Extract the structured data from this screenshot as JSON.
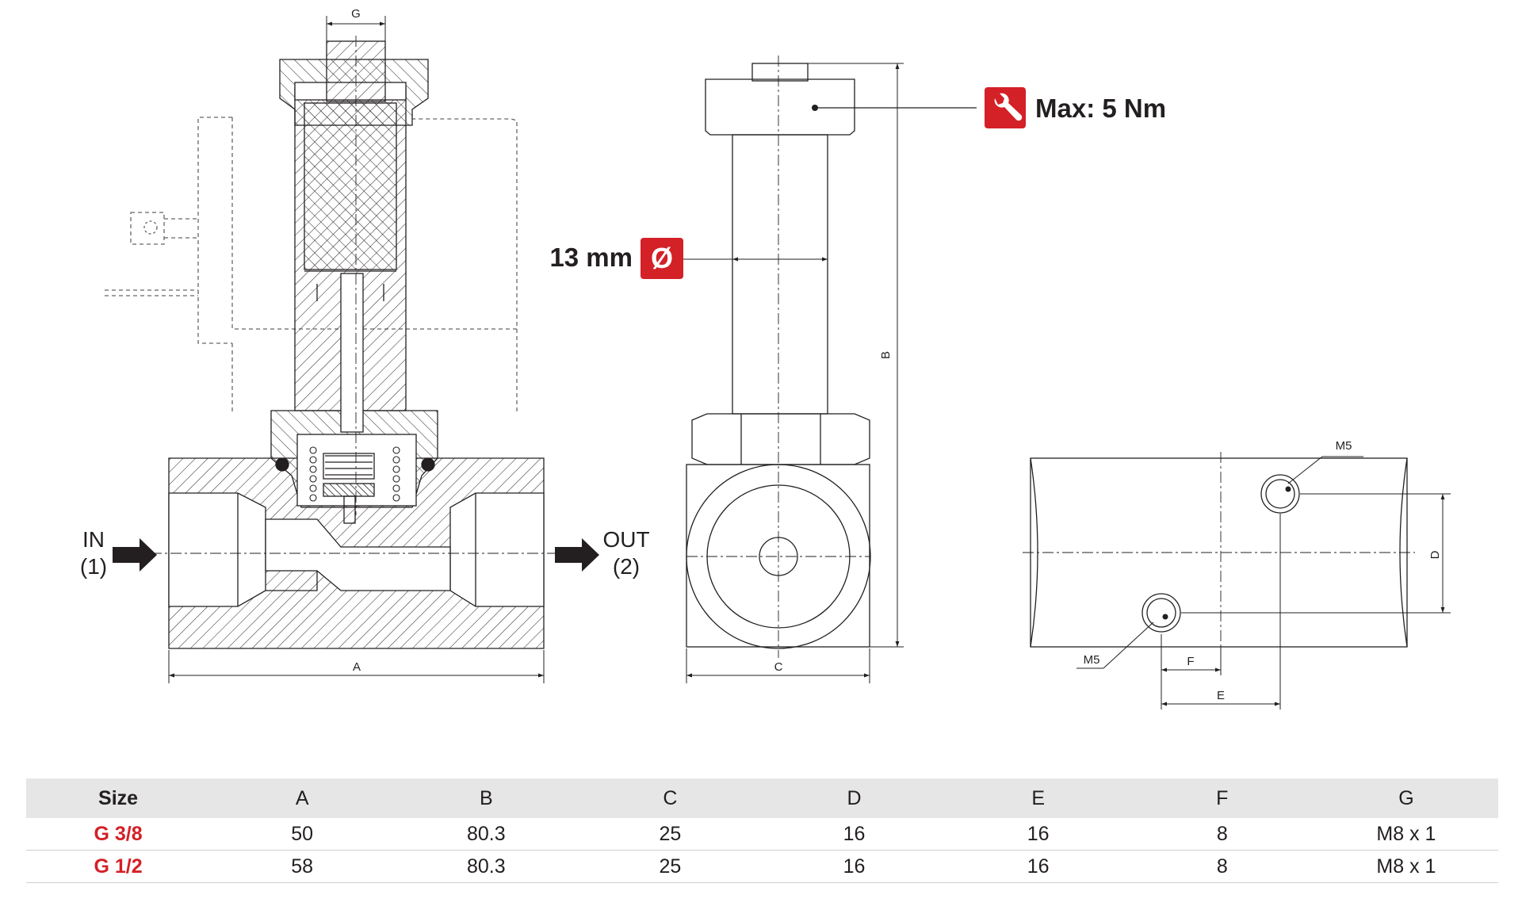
{
  "labels": {
    "g_top": "G",
    "a": "A",
    "b": "B",
    "c": "C",
    "d": "D",
    "e": "E",
    "f": "F",
    "m5_top": "M5",
    "m5_bottom": "M5",
    "in": "IN",
    "in_port": "(1)",
    "out": "OUT",
    "out_port": "(2)"
  },
  "callouts": {
    "torque": "Max: 5 Nm",
    "diameter": "13 mm",
    "diameter_symbol": "Ø"
  },
  "table": {
    "headers": [
      "Size",
      "A",
      "B",
      "C",
      "D",
      "E",
      "F",
      "G"
    ],
    "rows": [
      [
        "G 3/8",
        "50",
        "80.3",
        "25",
        "16",
        "16",
        "8",
        "M8 x 1"
      ],
      [
        "G 1/2",
        "58",
        "80.3",
        "25",
        "16",
        "16",
        "8",
        "M8 x 1"
      ]
    ]
  },
  "colors": {
    "accent": "#d42027",
    "line": "#231f20",
    "header_bg": "#e6e6e6"
  },
  "icons": [
    "wrench-icon",
    "diameter-icon",
    "arrow-right-icon"
  ]
}
